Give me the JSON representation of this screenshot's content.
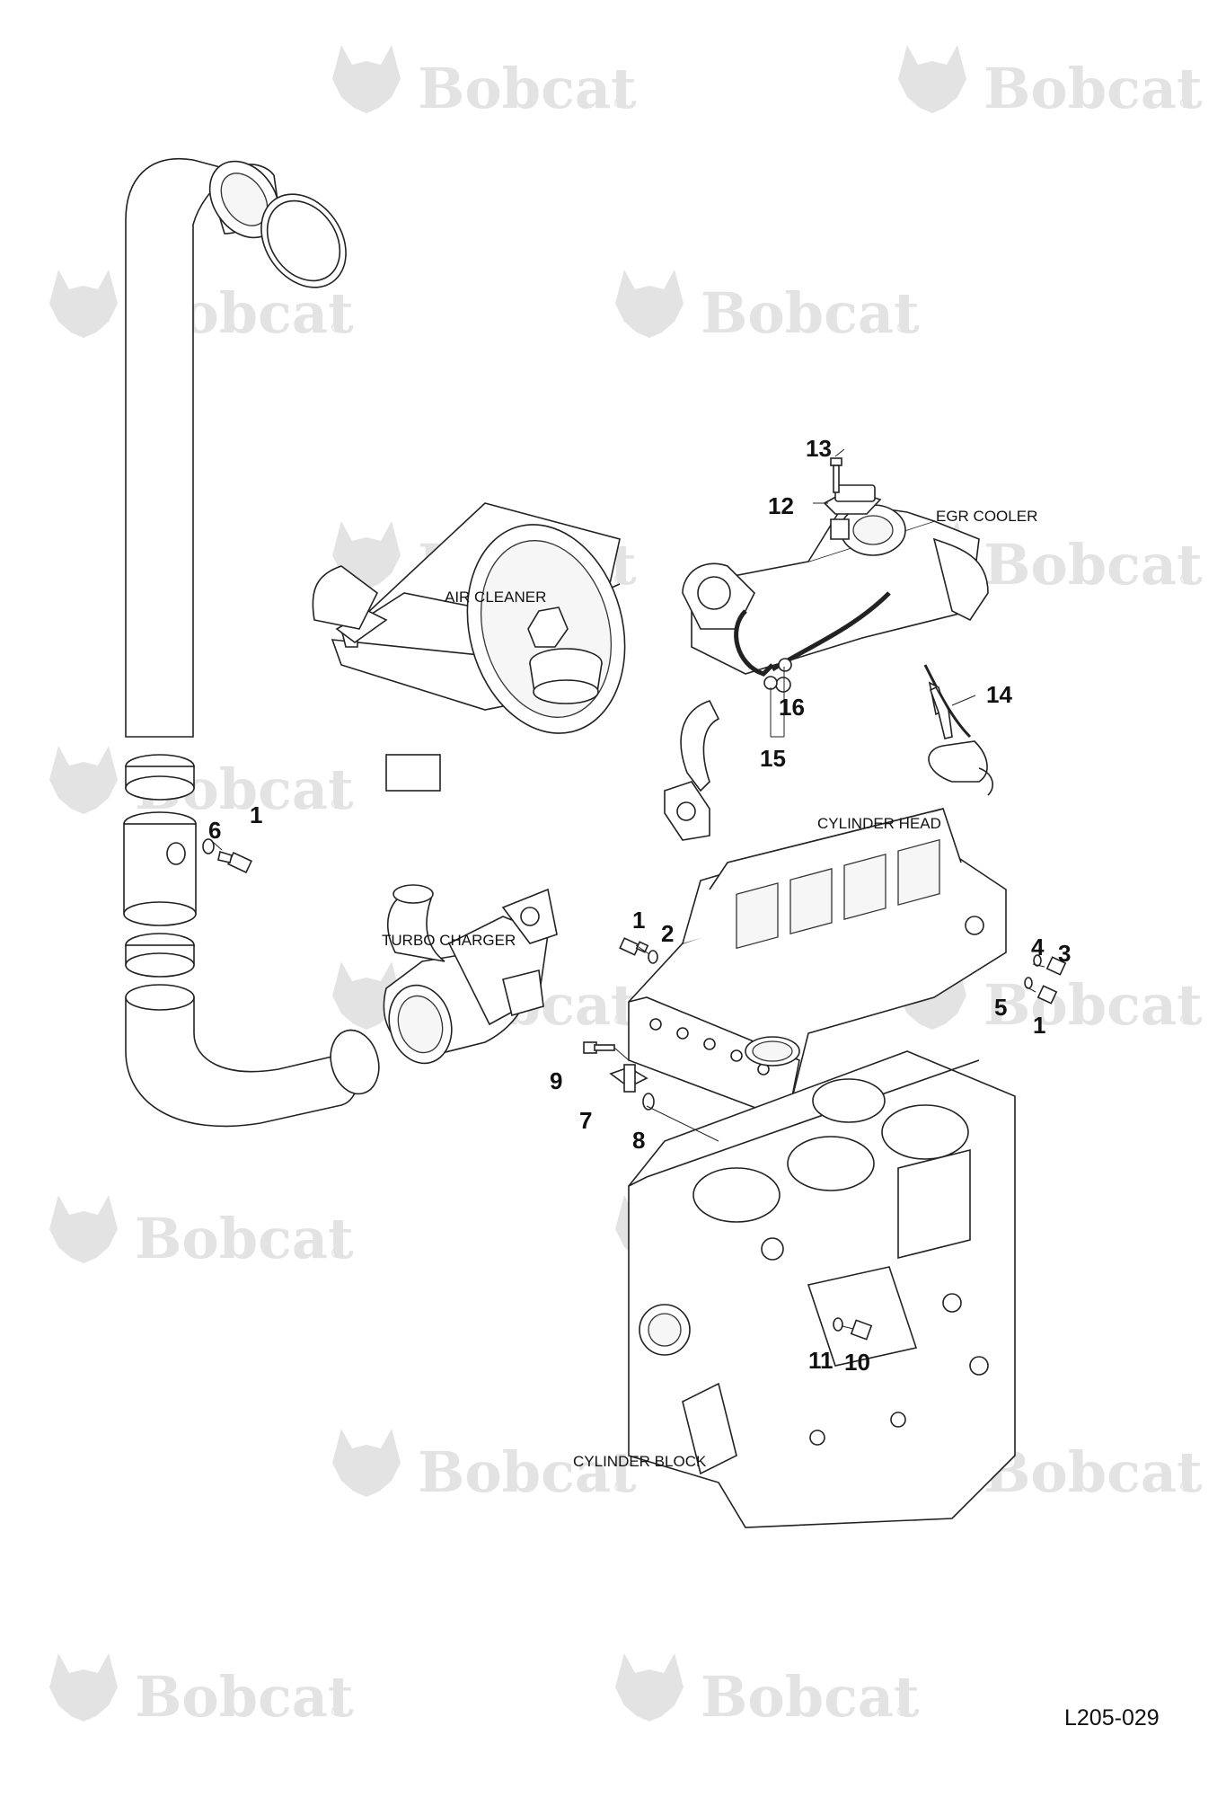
{
  "watermark": {
    "text": "Bobcat",
    "mark": "®",
    "color": "#e3e3e3"
  },
  "labels": {
    "egr_cooler": "EGR COOLER",
    "air_cleaner": "AIR CLEANER",
    "cylinder_head": "CYLINDER HEAD",
    "turbo_charger": "TURBO CHARGER",
    "cylinder_block": "CYLINDER BLOCK"
  },
  "figure_ref": "L205-029",
  "callouts": {
    "c1_a": "1",
    "c1_b": "1",
    "c1_c": "1",
    "c2": "2",
    "c3": "3",
    "c4": "4",
    "c5": "5",
    "c6": "6",
    "c7": "7",
    "c8": "8",
    "c9": "9",
    "c10": "10",
    "c11": "11",
    "c12": "12",
    "c13": "13",
    "c14": "14",
    "c15": "15",
    "c16": "16"
  }
}
